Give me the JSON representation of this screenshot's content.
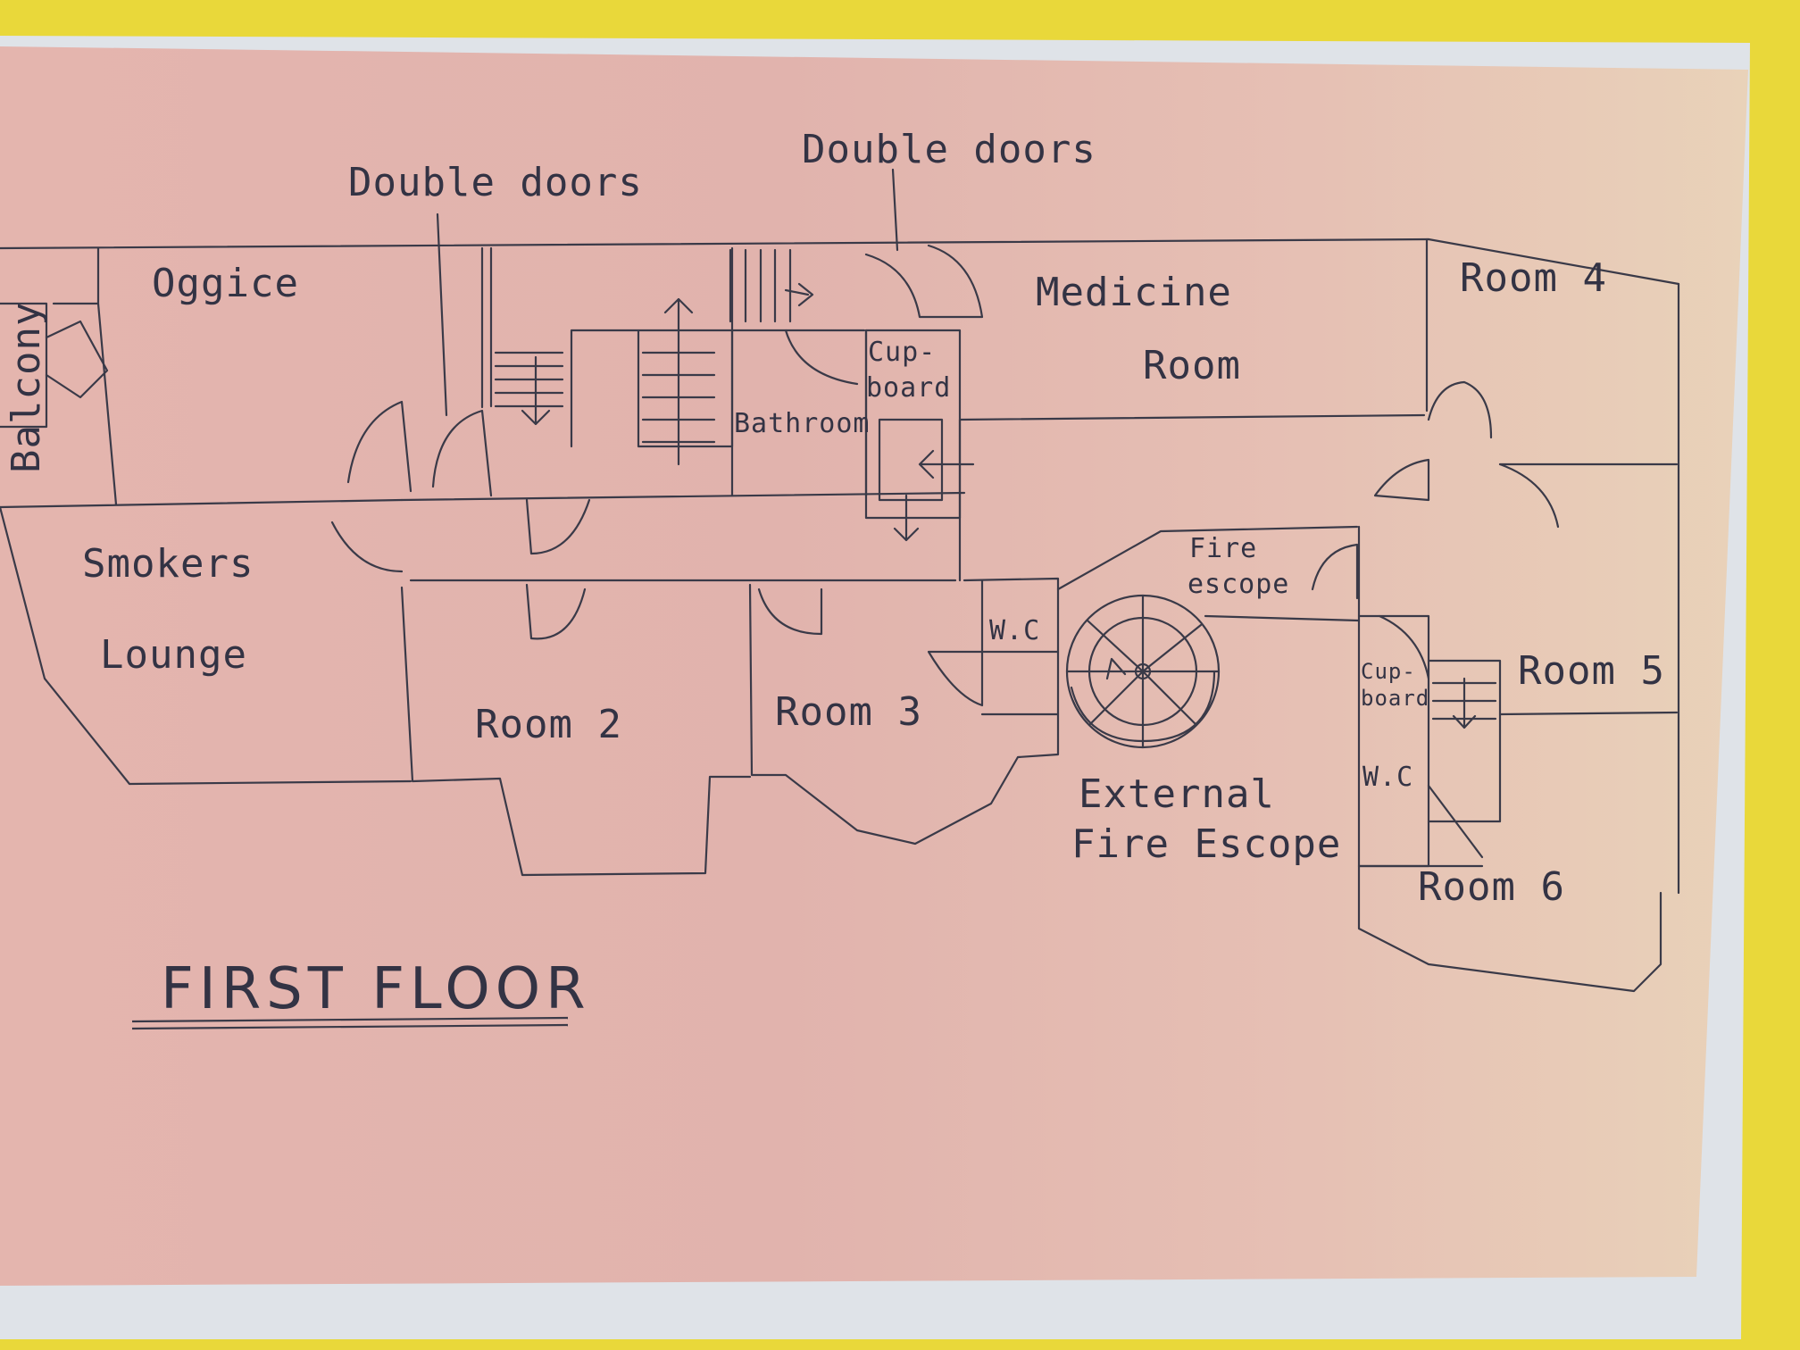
{
  "title": "FIRST FLOOR",
  "labels": {
    "double_doors_left": "Double doors",
    "double_doors_right": "Double doors",
    "office": "Oggice",
    "balcony": "Balcony",
    "medicine_line1": "Medicine",
    "medicine_line2": "Room",
    "room4": "Room 4",
    "cupboard_top_line1": "Cup-",
    "cupboard_top_line2": "board",
    "bathroom": "Bathroom",
    "smokers_line1": "Smokers",
    "smokers_line2": "Lounge",
    "fire_escape_line1": "Fire",
    "fire_escape_line2": "escope",
    "wc_left": "W.C",
    "room2": "Room 2",
    "room3": "Room 3",
    "external_line1": "External",
    "external_line2": "Fire Escope",
    "cupboard_right_line1": "Cup-",
    "cupboard_right_line2": "board",
    "room5": "Room 5",
    "wc_right": "W.C",
    "room6": "Room 6"
  },
  "colors": {
    "background": "#e9d83a",
    "paper": "#e2b4ad",
    "ink": "#333344"
  }
}
